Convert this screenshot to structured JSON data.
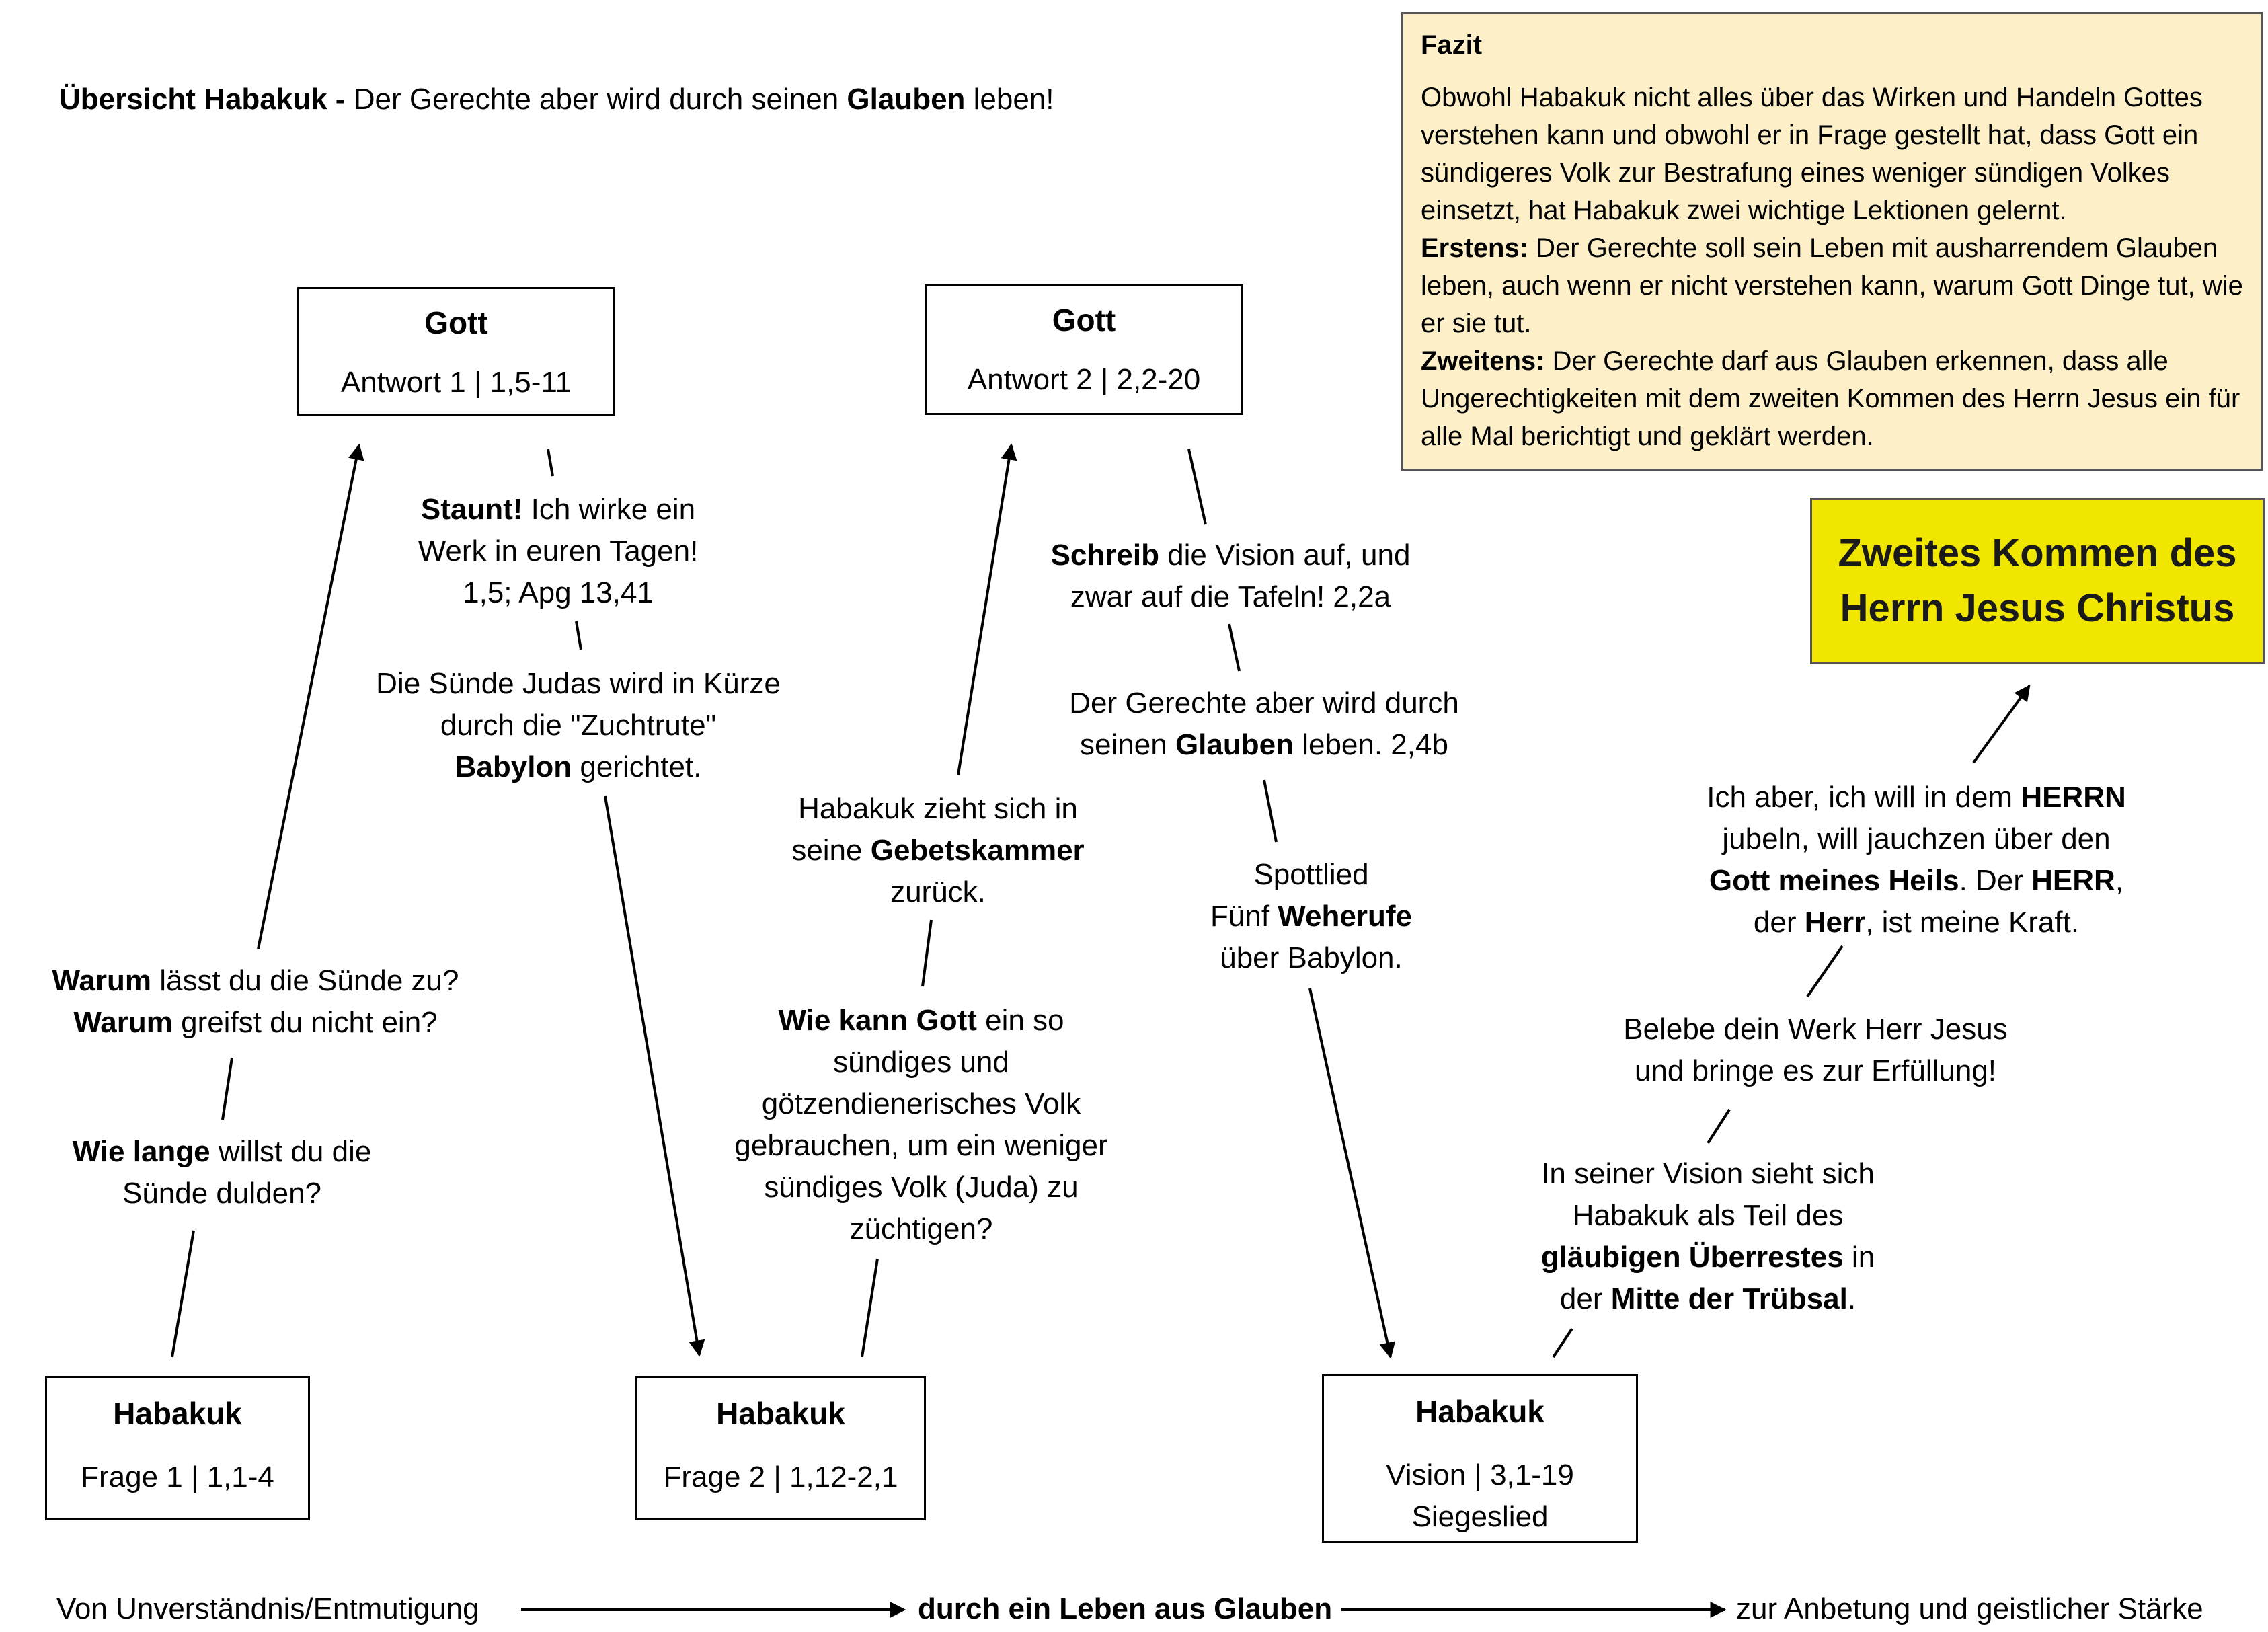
{
  "title": {
    "bold1": "Übersicht Habakuk -",
    "text1": " Der Gerechte aber wird durch seinen ",
    "bold2": "Glauben",
    "text2": " leben!"
  },
  "fazit": {
    "heading": "Fazit",
    "p1": "Obwohl Habakuk nicht alles über das Wirken und Handeln Gottes verstehen kann und obwohl er in Frage gestellt hat, dass Gott ein sündigeres Volk zur Bestrafung eines weniger sündigen Volkes einsetzt, hat Habakuk zwei wichtige Lektionen gelernt.",
    "p2_label": "Erstens:",
    "p2": " Der Gerechte soll sein Leben mit ausharrendem Glauben leben, auch wenn er nicht verstehen kann, warum Gott Dinge tut, wie er sie tut.",
    "p3_label": "Zweitens:",
    "p3": " Der Gerechte darf aus Glauben erkennen, dass alle Ungerechtigkeiten mit dem zweiten Kommen des Herrn Jesus ein für alle Mal berichtigt und geklärt werden."
  },
  "kommen": {
    "line1": "Zweites Kommen des",
    "line2": "Herrn Jesus Christus"
  },
  "boxes": {
    "gott1": {
      "title": "Gott",
      "sub": "Antwort 1 | 1,5-11"
    },
    "gott2": {
      "title": "Gott",
      "sub": "Antwort 2 | 2,2-20"
    },
    "hab1": {
      "title": "Habakuk",
      "sub": "Frage 1 | 1,1-4"
    },
    "hab2": {
      "title": "Habakuk",
      "sub": "Frage 2 | 1,12-2,1"
    },
    "hab3": {
      "title": "Habakuk",
      "sub": "Vision | 3,1-19",
      "sub2": "Siegeslied"
    }
  },
  "texts": {
    "warum1_b": "Warum",
    "warum1": " lässt du die Sünde zu?",
    "warum2_b": "Warum",
    "warum2": " greifst du nicht ein?",
    "wielange_b": "Wie lange",
    "wielange1": " willst du die",
    "wielange2": "Sünde dulden?",
    "staunt_b": "Staunt!",
    "staunt1": " Ich wirke ein",
    "staunt2": "Werk in euren Tagen!",
    "staunt3": "1,5; Apg 13,41",
    "suende1": "Die Sünde Judas wird in Kürze",
    "suende2": "durch die \"Zuchtrute\"",
    "suende3_b": "Babylon",
    "suende3": " gerichtet.",
    "gebet1": "Habakuk zieht sich in",
    "gebet2a": "seine ",
    "gebet2_b": "Gebetskammer",
    "gebet3": "zurück.",
    "wiekann_b": "Wie kann Gott",
    "wiekann1": " ein so",
    "wiekann2": "sündiges und",
    "wiekann3": "götzendienerisches Volk",
    "wiekann4": "gebrauchen, um ein weniger",
    "wiekann5": "sündiges Volk (Juda) zu",
    "wiekann6": "züchtigen?",
    "schreib_b": "Schreib",
    "schreib1": " die Vision auf, und",
    "schreib2": "zwar auf die Tafeln! 2,2a",
    "gerechte1": "Der Gerechte aber wird durch",
    "gerechte2a": "seinen ",
    "gerechte2_b": "Glauben",
    "gerechte2": " leben. 2,4b",
    "spott1": "Spottlied",
    "spott2a": "Fünf ",
    "spott2_b": "Weherufe",
    "spott3": "über Babylon.",
    "ich1a": "Ich aber, ich will in dem ",
    "ich1_b": "HERRN",
    "ich2": "jubeln, will jauchzen über den",
    "ich3_b": "Gott meines Heils",
    "ich3a": ". Der ",
    "ich3_b2": "HERR",
    "ich3c": ",",
    "ich4a": "der ",
    "ich4_b": "Herr",
    "ich4": ", ist meine Kraft.",
    "belebe1": "Belebe dein Werk Herr Jesus",
    "belebe2": "und bringe es zur Erfüllung!",
    "vision1": "In seiner Vision sieht sich",
    "vision2": "Habakuk als Teil des",
    "vision3_b": "gläubigen Überrestes",
    "vision3": " in",
    "vision4a": "der ",
    "vision4_b": "Mitte der Trübsal",
    "vision4": "."
  },
  "flow": {
    "left": "Von Unverständnis/Entmutigung",
    "middle": "durch ein Leben aus Glauben",
    "right": "zur Anbetung und geistlicher Stärke"
  }
}
